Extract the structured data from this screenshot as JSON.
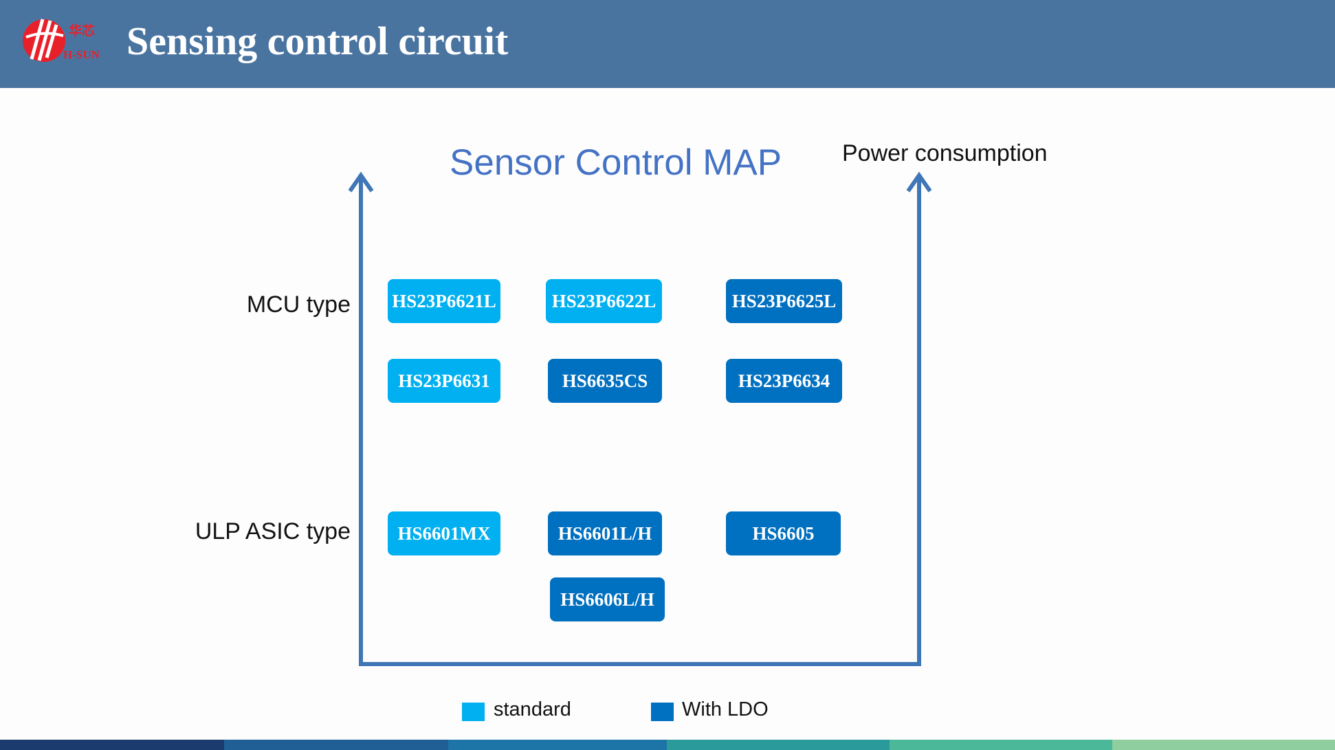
{
  "header": {
    "logo_cn": "华芯",
    "logo_en": "H-SUN",
    "title": "Sensing control circuit"
  },
  "diagram": {
    "title": "Sensor Control MAP",
    "y_axis_label": "Power consumption",
    "rows": {
      "mcu": "MCU type",
      "asic": "ULP ASIC type"
    },
    "chips": {
      "mcu_1": "HS23P6621L",
      "mcu_2": "HS23P6622L",
      "mcu_3": "HS23P6625L",
      "mcu_4": "HS23P6631",
      "mcu_5": "HS6635CS",
      "mcu_6": "HS23P6634",
      "asic_1": "HS6601MX",
      "asic_2": "HS6601L/H",
      "asic_3": "HS6605",
      "asic_4": "HS6606L/H"
    },
    "legend": {
      "standard": "standard",
      "with_ldo": "With LDO"
    }
  },
  "colors": {
    "header": "#4a74a0",
    "standard": "#00b0f0",
    "with_ldo": "#0070c0",
    "axis": "#3f76b5",
    "title": "#4472c4"
  }
}
